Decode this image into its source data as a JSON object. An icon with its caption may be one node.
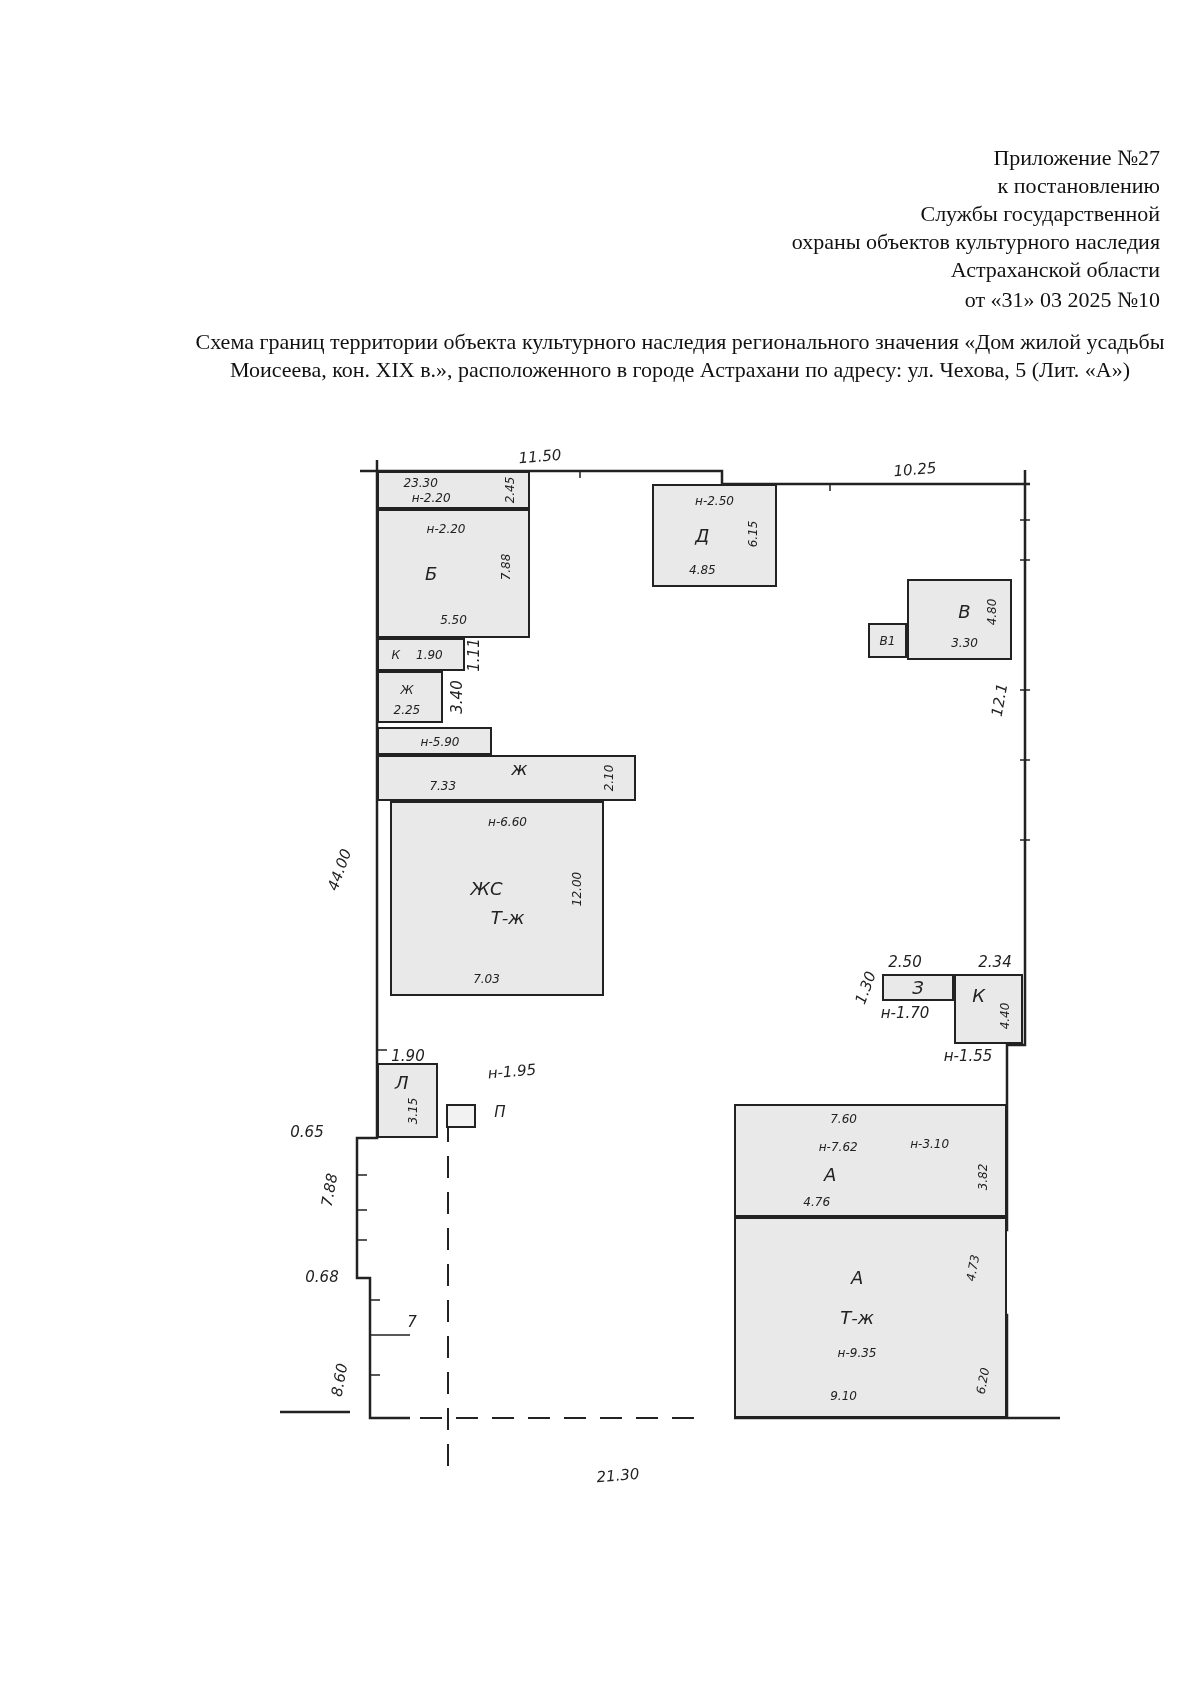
{
  "diagram": {
    "title": "Схема границ территории объекта культурного наследия регионального значения «Дом жилой усадьбы Моисеева, кон. XIX в.», расположенного в городе Астрахани по адресу: ул. Чехова, 5 (Лит. «А»)",
    "nodes": [
      {
        "text": [
          "23.30",
          "н-2.20",
          "2.45"
        ]
      },
      {
        "text": [
          "н-2.20",
          "Б",
          "7.88",
          "5.50"
        ]
      },
      {
        "text": [
          "К",
          "1.90"
        ]
      },
      {
        "text": [
          "Ж",
          "2.25"
        ]
      },
      {
        "text": [
          "н-5.90"
        ]
      },
      {
        "text": [
          "ж",
          "7.33",
          "2.10"
        ]
      },
      {
        "text": [
          "н-6.60",
          "ЖС",
          "Т-ж",
          "12.00",
          "7.03"
        ]
      },
      {
        "text": [
          "н-2.50",
          "Д",
          "6.15",
          "4.85"
        ]
      },
      {
        "text": [
          "В",
          "4.80",
          "3.30"
        ]
      },
      {
        "text": [
          "В1"
        ]
      },
      {
        "text": [
          "З"
        ]
      },
      {
        "text": [
          "К",
          "4.40"
        ]
      },
      {
        "text": [
          "Л",
          "3.15"
        ]
      },
      {
        "text": [],
        "shape": "box",
        "beside": [
          "П"
        ]
      },
      {
        "text": [
          "7.60",
          "н-7.62",
          "А",
          "4.76",
          "н-3.10",
          "3.82"
        ]
      },
      {
        "text": [
          "А",
          "Т-ж",
          "н-9.35",
          "9.10",
          "4.73",
          "6.20"
        ]
      }
    ],
    "labels": [
      "Приложение №27",
      "к постановлению",
      "Службы государственной",
      "охраны объектов культурного наследия",
      "Астраханской области",
      "от «31» 03 2025 №10",
      "11.50",
      "10.25",
      "44.00",
      "12.1",
      "1.11",
      "3.40",
      "2.50",
      "1.30",
      "н-1.70",
      "2.34",
      "н-1.55",
      "1.90",
      "н-1.95",
      "0.65",
      "7.88",
      "0.68",
      "8.60",
      "7",
      "21.30"
    ]
  }
}
